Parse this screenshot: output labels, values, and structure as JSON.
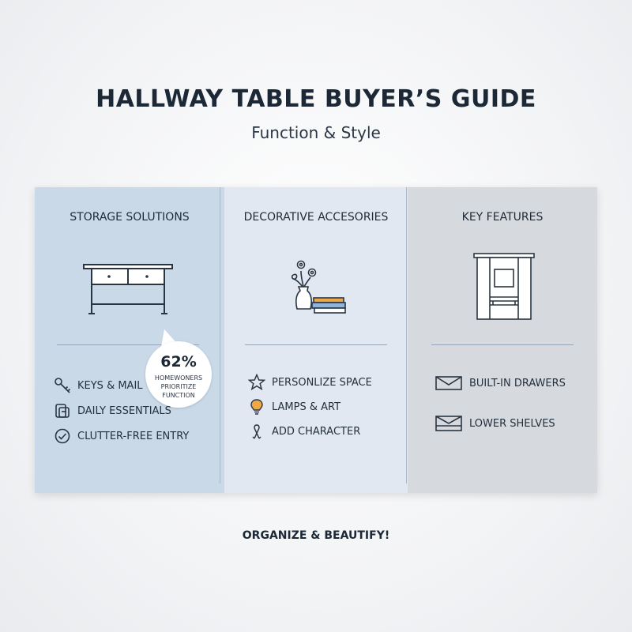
{
  "header": {
    "title": "HALLWAY TABLE BUYER’S GUIDE",
    "subtitle": "Function & Style"
  },
  "panels": [
    {
      "title": "STORAGE SOLUTIONS",
      "illustration_icon": "console-table-icon",
      "stat": {
        "value": "62%",
        "lines": [
          "HOMEWONERS",
          "PRIORITIZE",
          "FUNCTION"
        ]
      },
      "items": [
        {
          "icon": "key-icon",
          "label": "KEYS & MAIL"
        },
        {
          "icon": "wallet-icon",
          "label": "DAILY ESSENTIALS"
        },
        {
          "icon": "check-circle-icon",
          "label": "CLUTTER-FREE ENTRY"
        }
      ]
    },
    {
      "title": "DECORATIVE ACCESORIES",
      "illustration_icon": "vase-and-books-icon",
      "items": [
        {
          "icon": "star-icon",
          "label": "PERSONLIZE SPACE"
        },
        {
          "icon": "lightbulb-icon",
          "label": "LAMPS & ART"
        },
        {
          "icon": "ribbon-icon",
          "label": "ADD CHARACTER"
        }
      ]
    },
    {
      "title": "KEY FEATURES",
      "illustration_icon": "cabinet-icon",
      "items": [
        {
          "icon": "drawer-icon",
          "label": "BUILT-IN DRAWERS"
        },
        {
          "icon": "shelf-icon",
          "label": "LOWER SHELVES"
        }
      ]
    }
  ],
  "footer": {
    "text": "ORGANIZE & BEAUTIFY!"
  },
  "colors": {
    "panel_storage": "#c9d9e8",
    "panel_decor": "#e1e8f1",
    "panel_features": "#d6d9dd",
    "text_dark": "#1c2836",
    "accent_orange": "#f0a845",
    "accent_blue": "#8fb3d9"
  }
}
